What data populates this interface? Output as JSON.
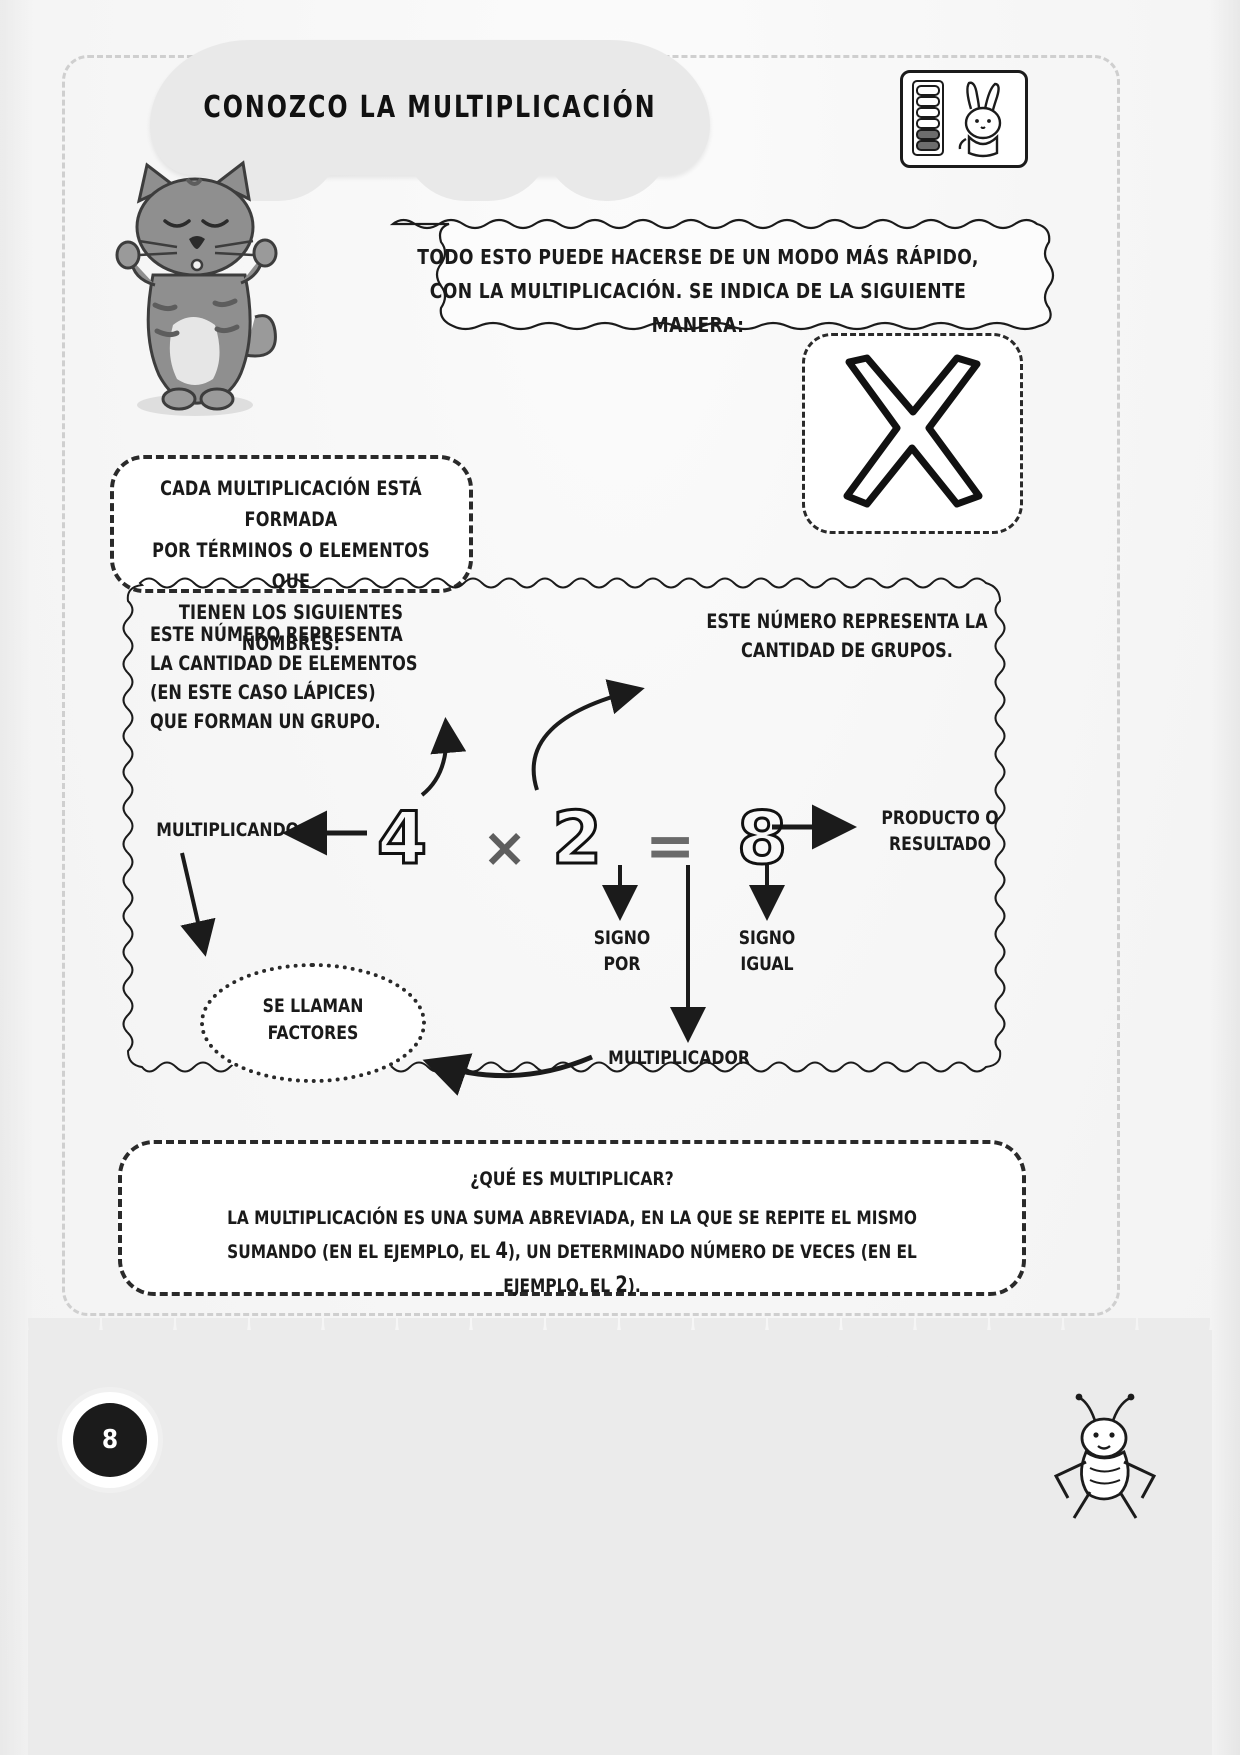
{
  "page": {
    "title": "CONOZCO LA MULTIPLICACIÓN",
    "number": "8"
  },
  "badge": {
    "icon": "rabbit-abacus-icon"
  },
  "cat": {
    "icon": "cat-character-icon"
  },
  "speech_bubble": {
    "line1": "TODO ESTO PUEDE HACERSE DE UN MODO MÁS RÁPIDO,",
    "line2": "CON LA MULTIPLICACIÓN. SE INDICA DE LA SIGUIENTE MANERA:"
  },
  "sign_box": {
    "symbol": "X",
    "icon": "multiplication-sign-icon"
  },
  "callout_left": {
    "line1": "CADA MULTIPLICACIÓN ESTÁ FORMADA",
    "line2": "POR TÉRMINOS O ELEMENTOS QUE",
    "line3": "TIENEN LOS SIGUIENTES NOMBRES:"
  },
  "diagram": {
    "note_elements": [
      "ESTE NÚMERO REPRESENTA",
      "LA CANTIDAD DE ELEMENTOS",
      "(EN ESTE CASO LÁPICES)",
      "QUE FORMAN UN GRUPO."
    ],
    "note_groups": [
      "ESTE NÚMERO REPRESENTA LA",
      "CANTIDAD DE GRUPOS."
    ],
    "equation": {
      "multiplicand": "4",
      "times_sign": "×",
      "multiplier": "2",
      "equals_sign": "=",
      "product": "8"
    },
    "labels": {
      "multiplicando": "MULTIPLICANDO",
      "multiplicador": "MULTIPLICADOR",
      "producto_line1": "PRODUCTO O",
      "producto_line2": "RESULTADO",
      "signo_por_line1": "SIGNO",
      "signo_por_line2": "POR",
      "signo_igual_line1": "SIGNO",
      "signo_igual_line2": "IGUAL",
      "factores_line1": "SE LLAMAN",
      "factores_line2": "FACTORES"
    }
  },
  "bottom_box": {
    "question": "¿QUÉ ES MULTIPLICAR?",
    "answer_part1": "LA MULTIPLICACIÓN ES UNA SUMA ABREVIADA, EN LA QUE SE REPITE EL MISMO SUMANDO (EN EL EJEMPLO, EL ",
    "answer_highlight1": "4",
    "answer_part2": "), UN DETERMINADO NÚMERO DE VECES (EN EL EJEMPLO, EL ",
    "answer_highlight2": "2",
    "answer_part3": ")."
  },
  "footer": {
    "grasshopper_icon": "grasshopper-icon"
  },
  "colors": {
    "ink": "#1a1a1a",
    "banner": "#e9e9e9",
    "gray_sign": "#6a6a6a",
    "page_badge": "#1b1b1b"
  }
}
